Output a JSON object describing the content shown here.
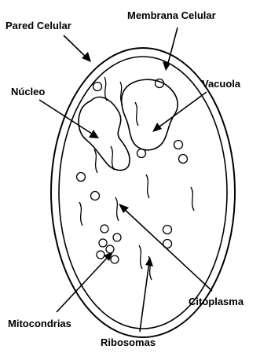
{
  "diagram": {
    "labels": {
      "pared_celular": "Pared Celular",
      "membrana_celular": "Membrana Celular",
      "nucleo": "Núcleo",
      "vacuola": "Vacuola",
      "citoplasma": "Citoplasma",
      "mitocondrias": "Mitocondrias",
      "ribosomas": "Ribosomas"
    },
    "colors": {
      "line": "#000000",
      "background": "#ffffff"
    }
  }
}
